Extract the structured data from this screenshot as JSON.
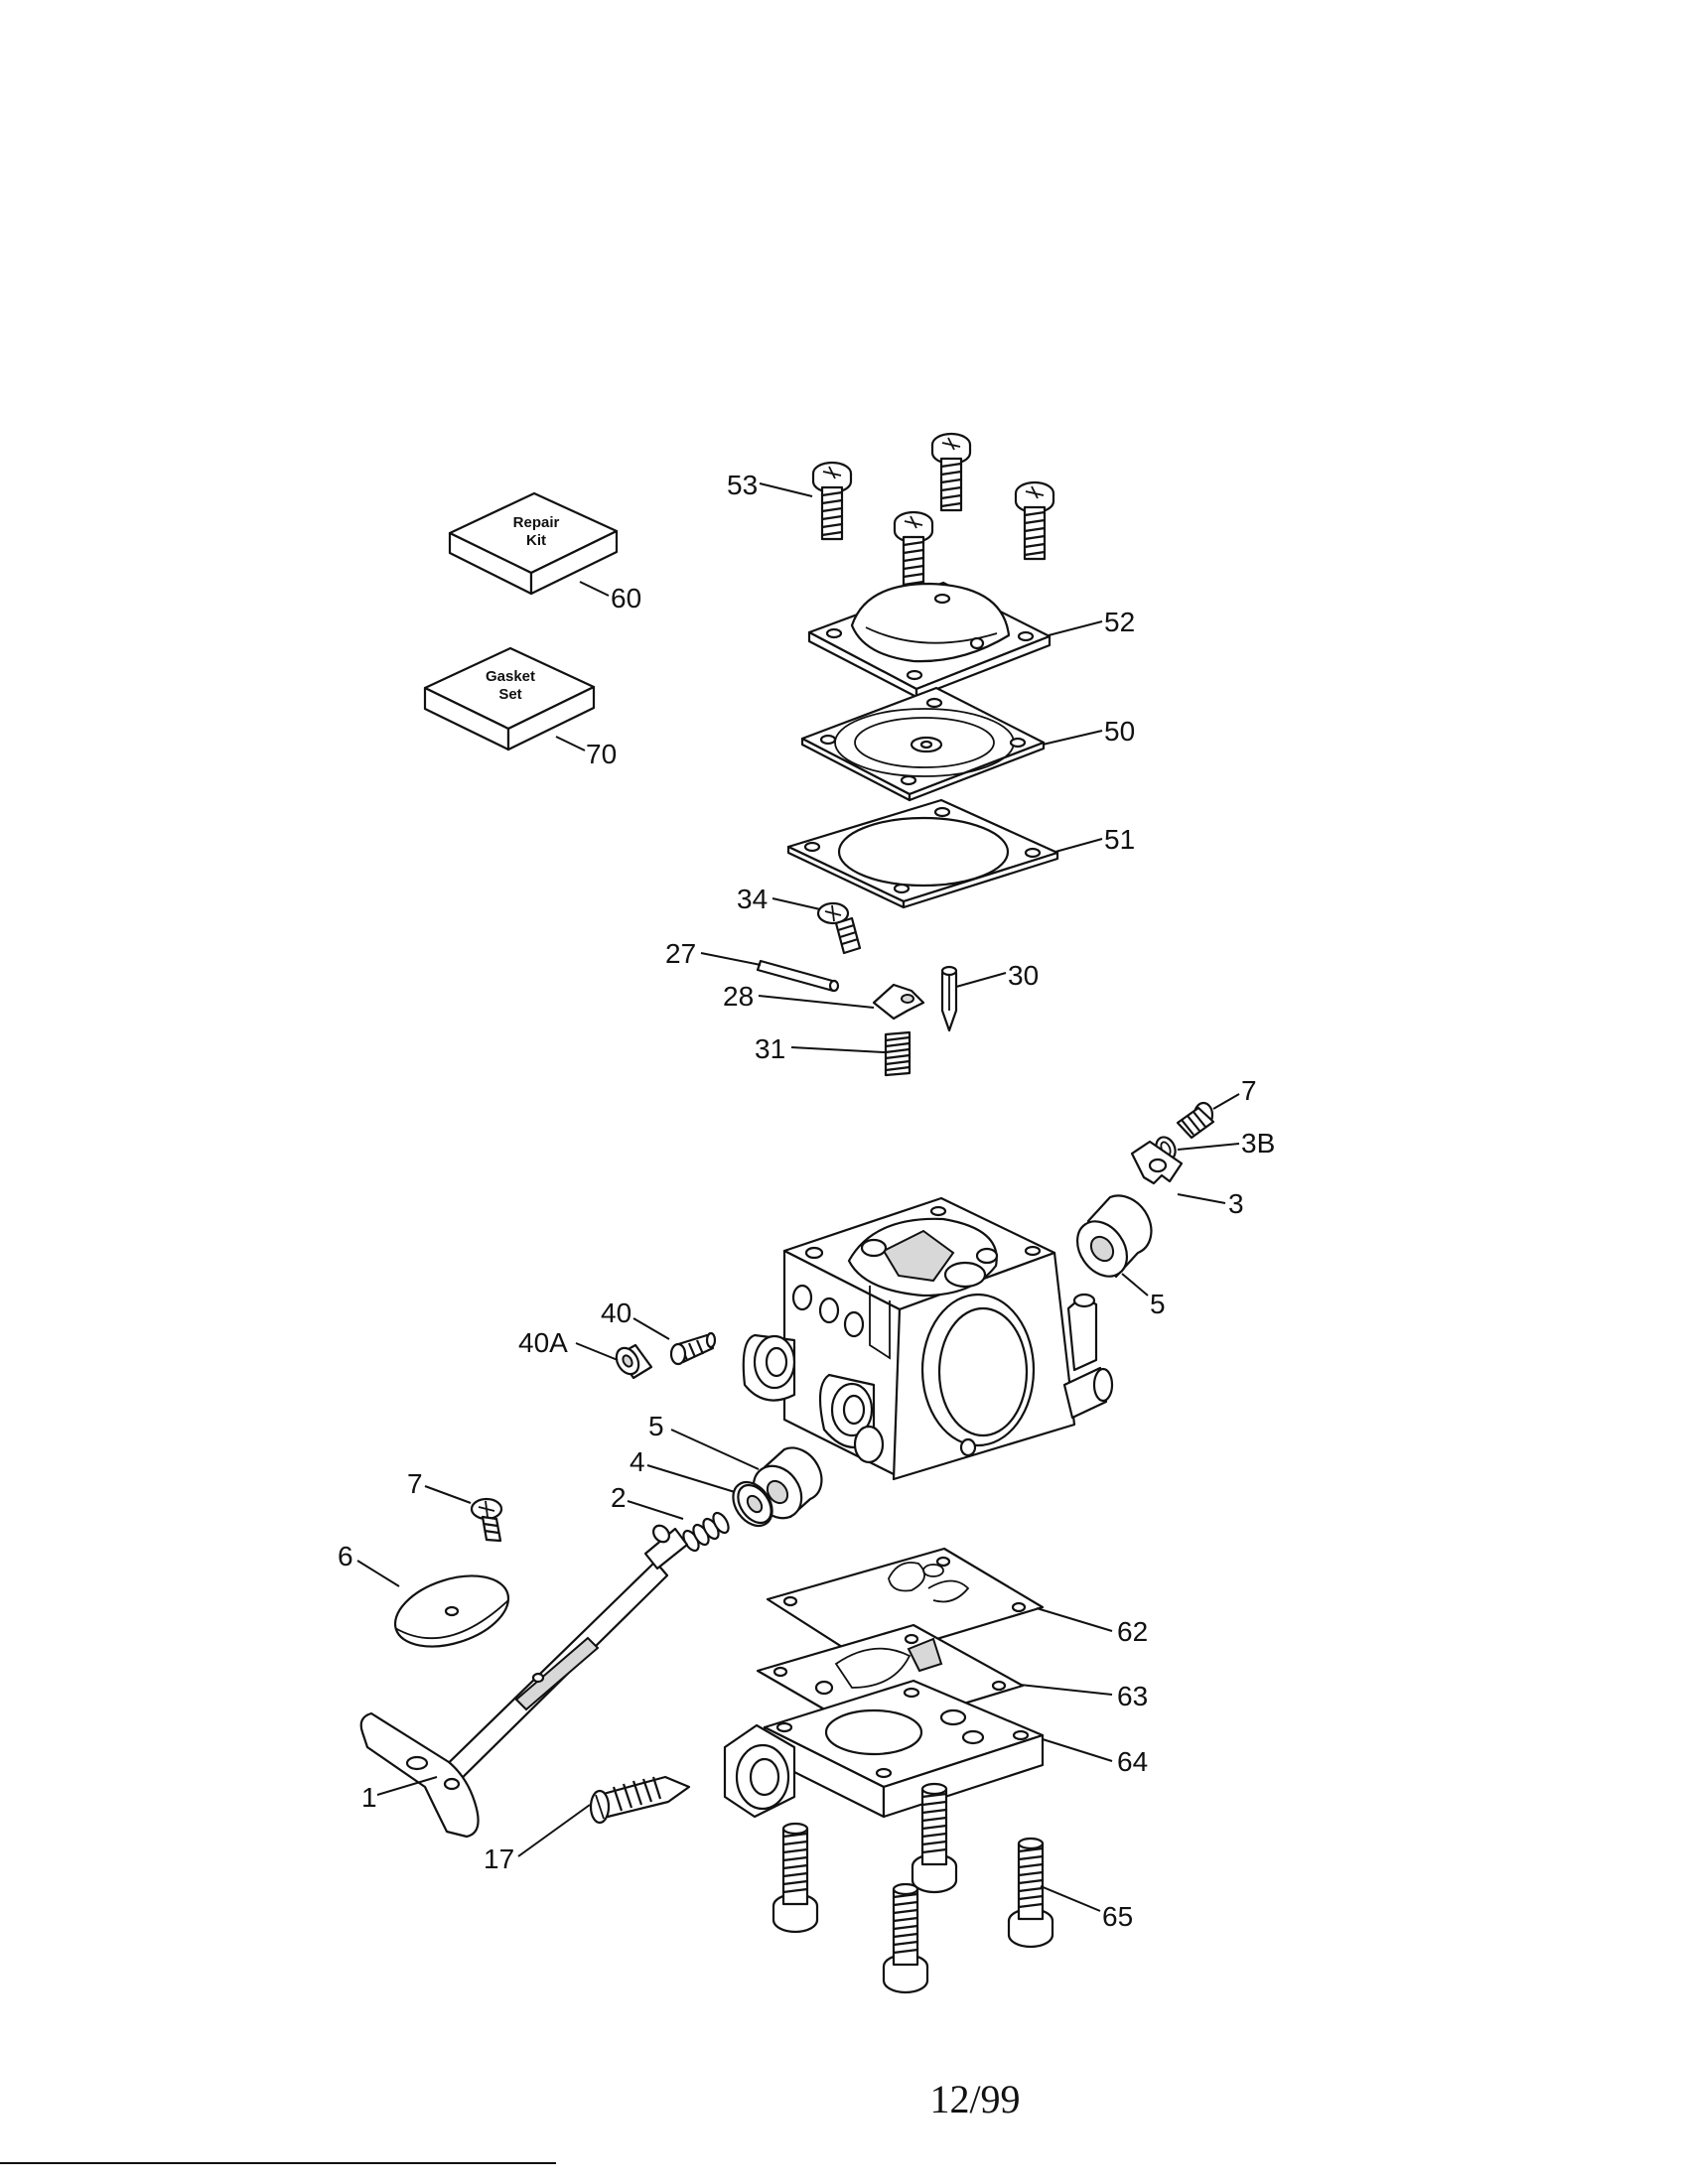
{
  "boxes": {
    "repair_kit": [
      "Repair",
      "Kit"
    ],
    "gasket_set": [
      "Gasket",
      "Set"
    ]
  },
  "callouts": {
    "c53": "53",
    "c60": "60",
    "c70": "70",
    "c52": "52",
    "c50": "50",
    "c51": "51",
    "c34": "34",
    "c27": "27",
    "c28": "28",
    "c30": "30",
    "c31": "31",
    "c7a": "7",
    "c3b": "3B",
    "c3": "3",
    "c5a": "5",
    "c40": "40",
    "c40a": "40A",
    "c5b": "5",
    "c4": "4",
    "c2": "2",
    "c7b": "7",
    "c6": "6",
    "c62": "62",
    "c63": "63",
    "c64": "64",
    "c1": "1",
    "c17": "17",
    "c65": "65"
  },
  "footer": {
    "date_code": "12/99"
  },
  "colors": {
    "ink": "#111111",
    "paper": "#ffffff"
  }
}
